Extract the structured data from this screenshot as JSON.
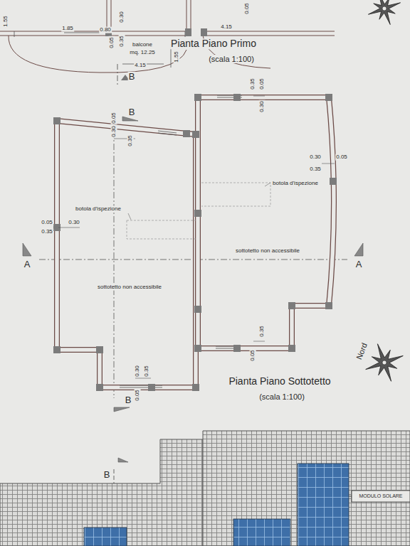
{
  "diagram": {
    "labels": [
      "1.85",
      "0.80",
      "0.30",
      "0.35",
      "0.05",
      "balcone",
      "mq. 12.25",
      "4.15",
      "1.55",
      "1.55",
      "4.15",
      "0.05",
      "Pianta Piano Primo",
      "(scala 1:100)",
      "B",
      "B",
      "0.05",
      "0.30",
      "0.35",
      "0.35",
      "0.05",
      "0.30",
      "0.30",
      "0.05",
      "0.35",
      "botola d'ispezione",
      "0.05",
      "0.35",
      "0.30",
      "botola d'ispezione",
      "A",
      "sottotetto non accessibile",
      "A",
      "sottotetto non accessibile",
      "0.35",
      "0.05",
      "Nord",
      "0.30",
      "0.35",
      "0.05",
      "B",
      "Pianta Piano Sottotetto",
      "(scala 1:100)",
      "B",
      "MODULO SOLARE"
    ]
  }
}
